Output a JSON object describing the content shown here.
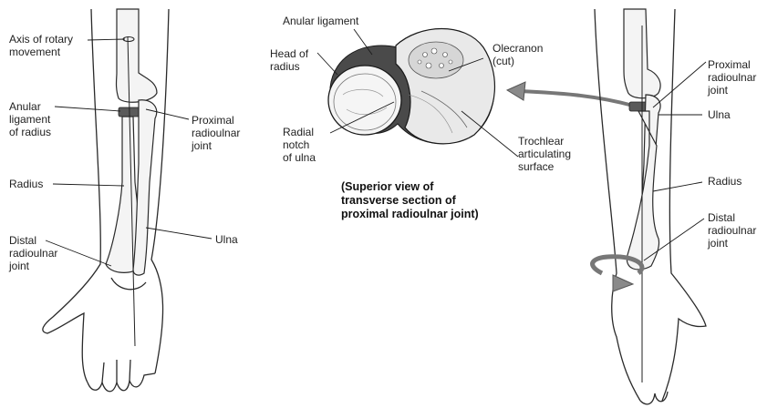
{
  "labels": {
    "axis": "Axis of rotary\nmovement",
    "anular_radius": "Anular\nligament\nof radius",
    "radius_left": "Radius",
    "distal_left": "Distal\nradioulnar\njoint",
    "proximal_left": "Proximal\nradioulnar\njoint",
    "ulna_left": "Ulna",
    "anular_ligament": "Anular ligament",
    "head_of_radius": "Head of\nradius",
    "olecranon": "Olecranon\n(cut)",
    "radial_notch": "Radial\nnotch\nof ulna",
    "trochlear": "Trochlear\narticulating\nsurface",
    "caption": "(Superior view of\ntransverse section of\nproximal radioulnar joint)",
    "proximal_right": "Proximal\nradioulnar\njoint",
    "ulna_right": "Ulna",
    "radius_right": "Radius",
    "distal_right": "Distal\nradioulnar\njoint"
  }
}
